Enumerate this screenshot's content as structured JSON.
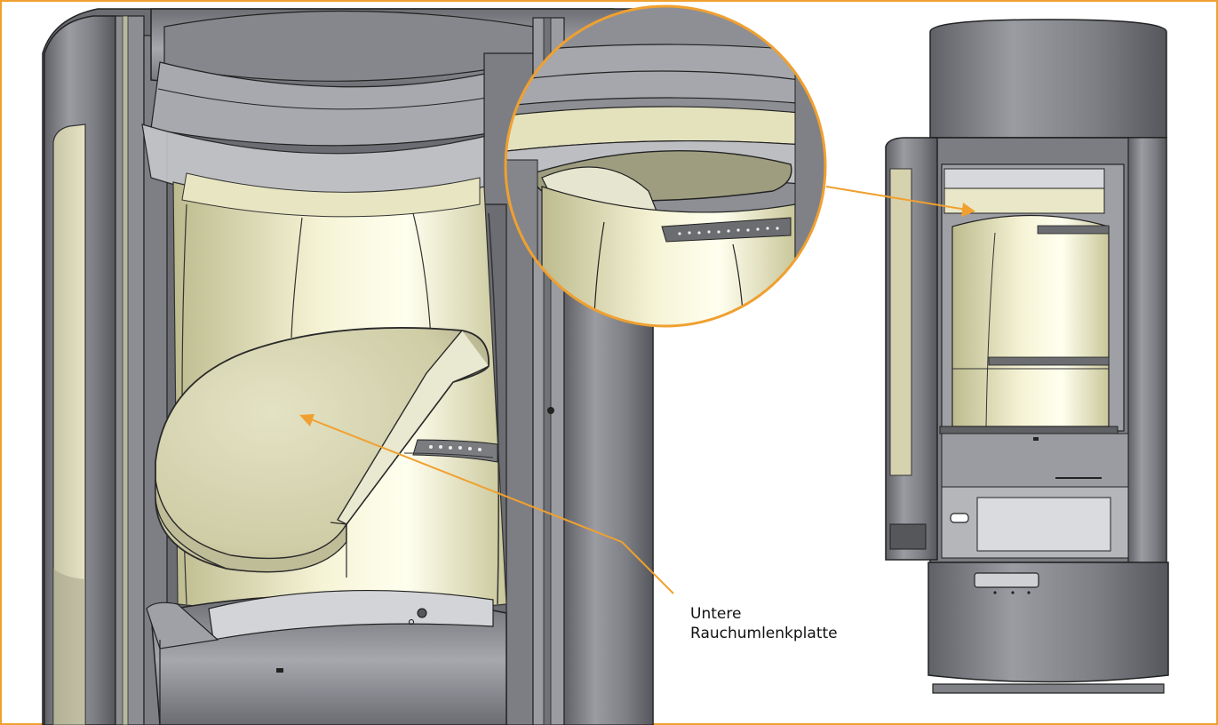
{
  "annotation": {
    "line1": "Untere",
    "line2": "Rauchumlenkplatte"
  },
  "colors": {
    "accent": "#F0A030",
    "stove_gray": "#8E9096",
    "ceramic": "#EDEBC8"
  },
  "icons": {
    "main": "stove-interior-cutaway-illustration",
    "detail": "magnified-detail-circle",
    "overview": "stove-front-overview"
  }
}
